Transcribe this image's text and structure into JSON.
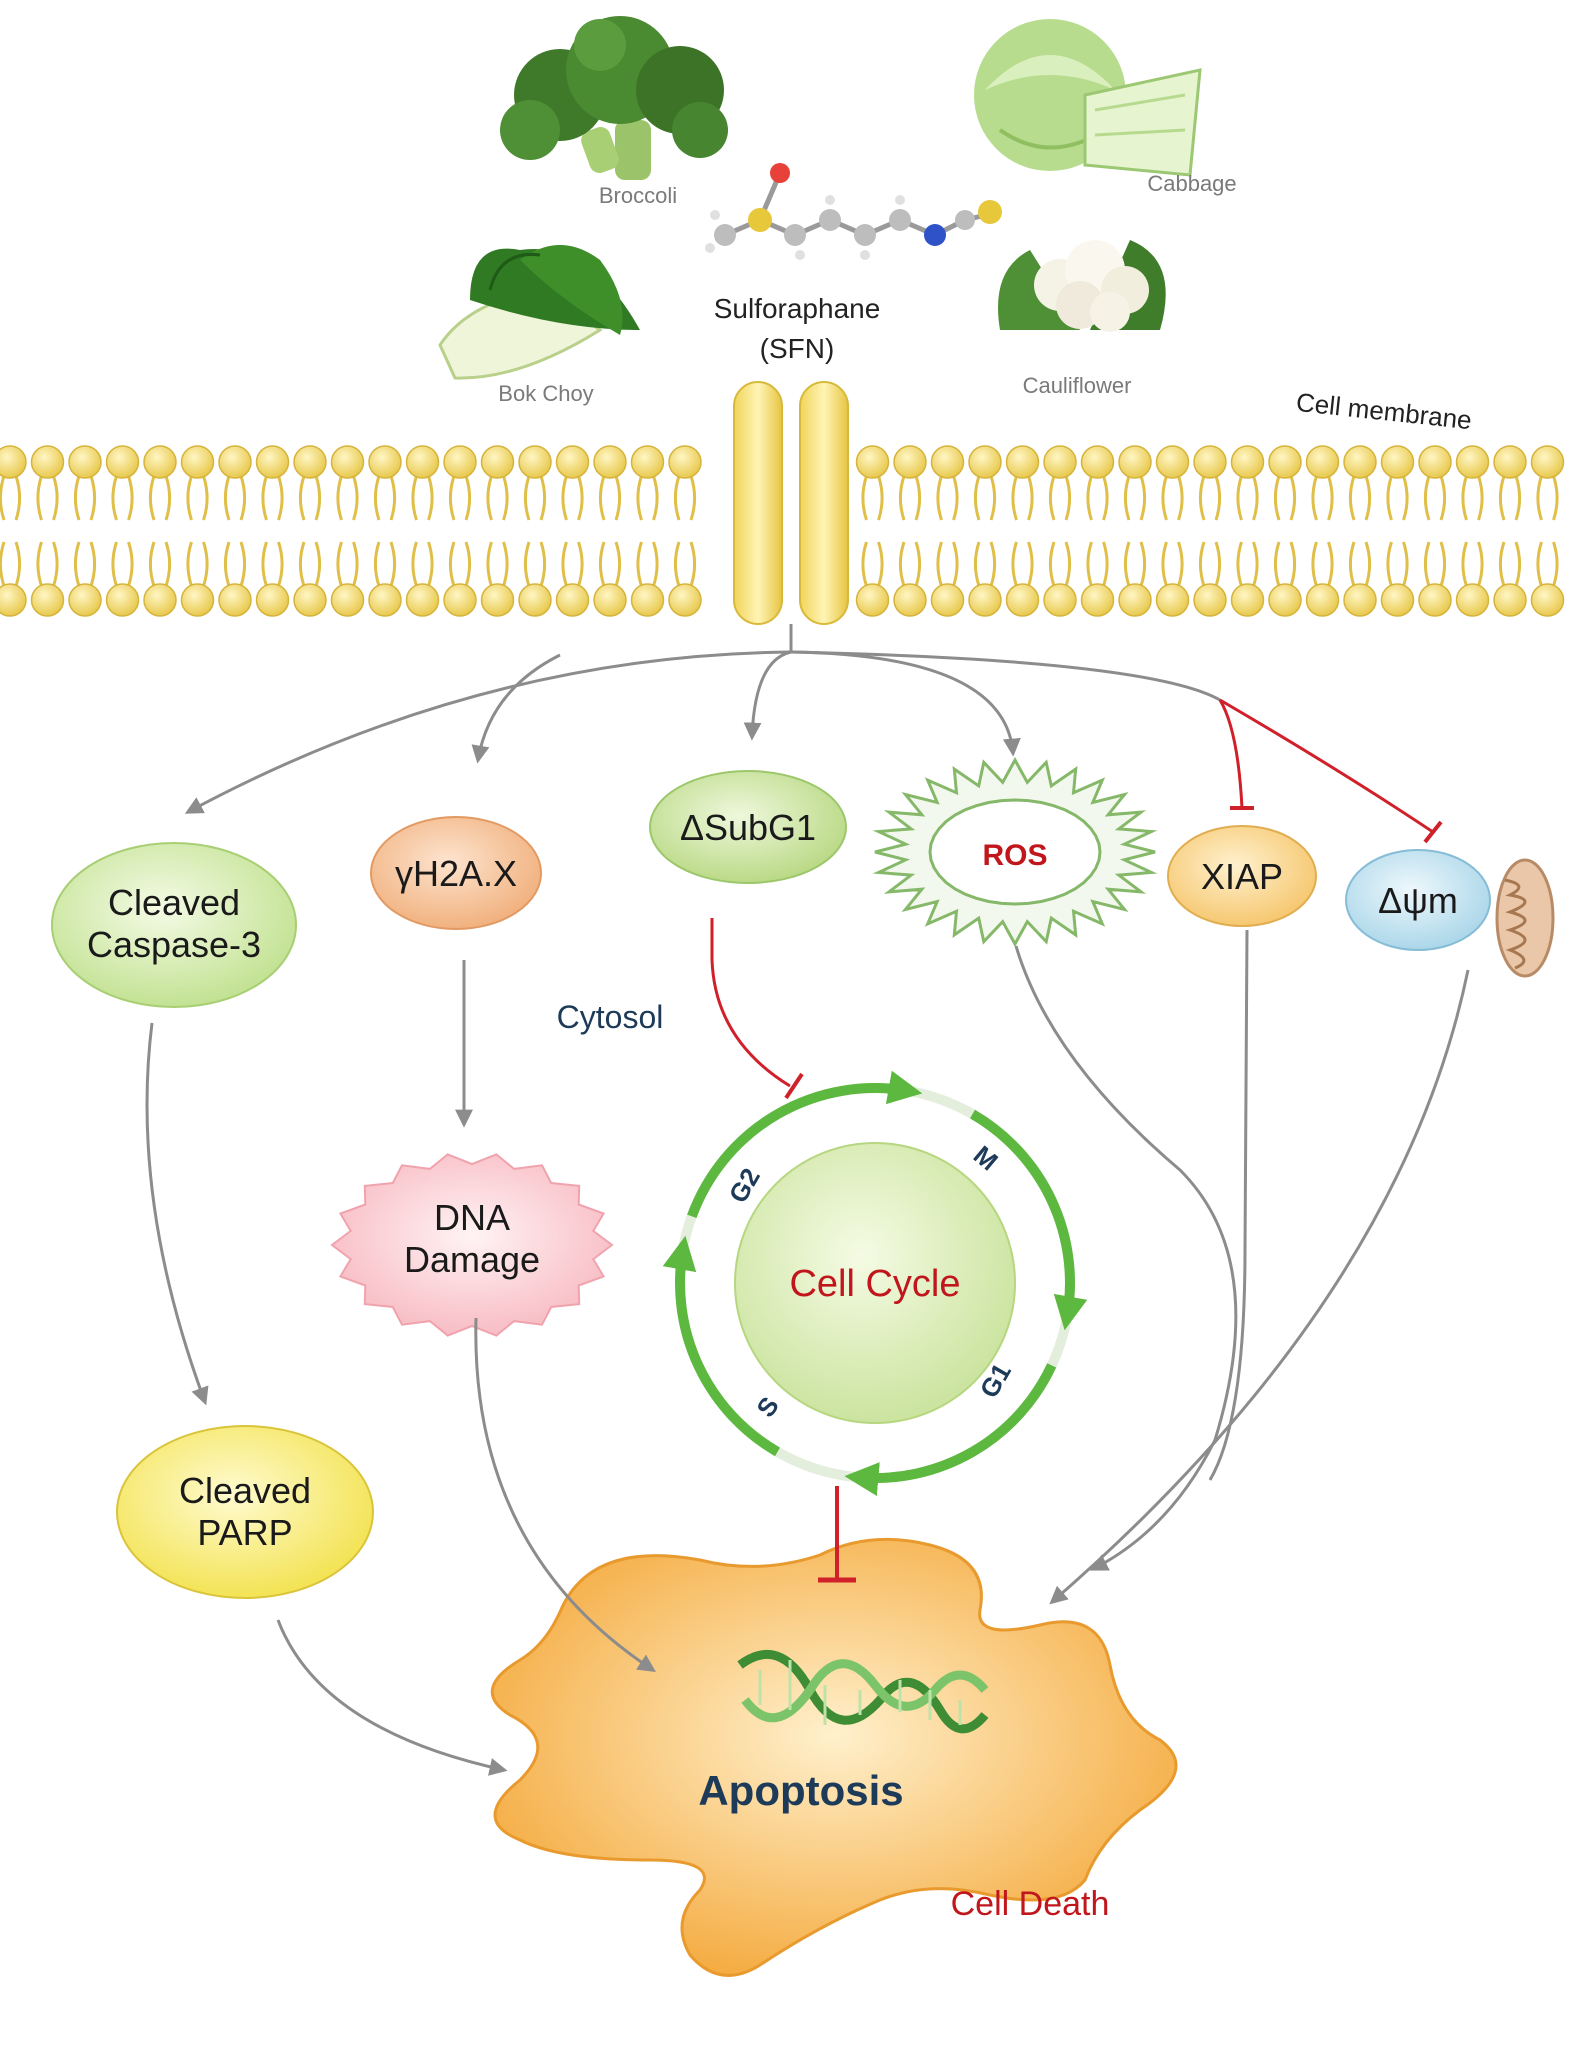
{
  "foods": {
    "broccoli": "Broccoli",
    "cabbage": "Cabbage",
    "bok_choy": "Bok Choy",
    "cauliflower": "Cauliflower"
  },
  "compound": {
    "name": "Sulforaphane",
    "abbr": "(SFN)"
  },
  "membrane_label": "Cell membrane",
  "cytosol_label": "Cytosol",
  "nodes": {
    "caspase_line1": "Cleaved",
    "caspase_line2": "Caspase-3",
    "h2ax": "γH2A.X",
    "subg1": "ΔSubG1",
    "ros": "ROS",
    "xiap": "XIAP",
    "dpsim": "Δψm",
    "dna_line1": "DNA",
    "dna_line2": "Damage",
    "parp_line1": "Cleaved",
    "parp_line2": "PARP"
  },
  "cell_cycle": {
    "title": "Cell Cycle",
    "phases": [
      "G2",
      "M",
      "G1",
      "S"
    ]
  },
  "apoptosis": "Apoptosis",
  "cell_death": "Cell Death",
  "colors": {
    "membrane_head": "#f2d76a",
    "membrane_tail": "#e3c24a",
    "activation_arrow": "#8c8c8c",
    "inhibition": "#d0202a",
    "cycle_arrow": "#5cb83e",
    "apoptosis_cell": "#f7b443"
  }
}
